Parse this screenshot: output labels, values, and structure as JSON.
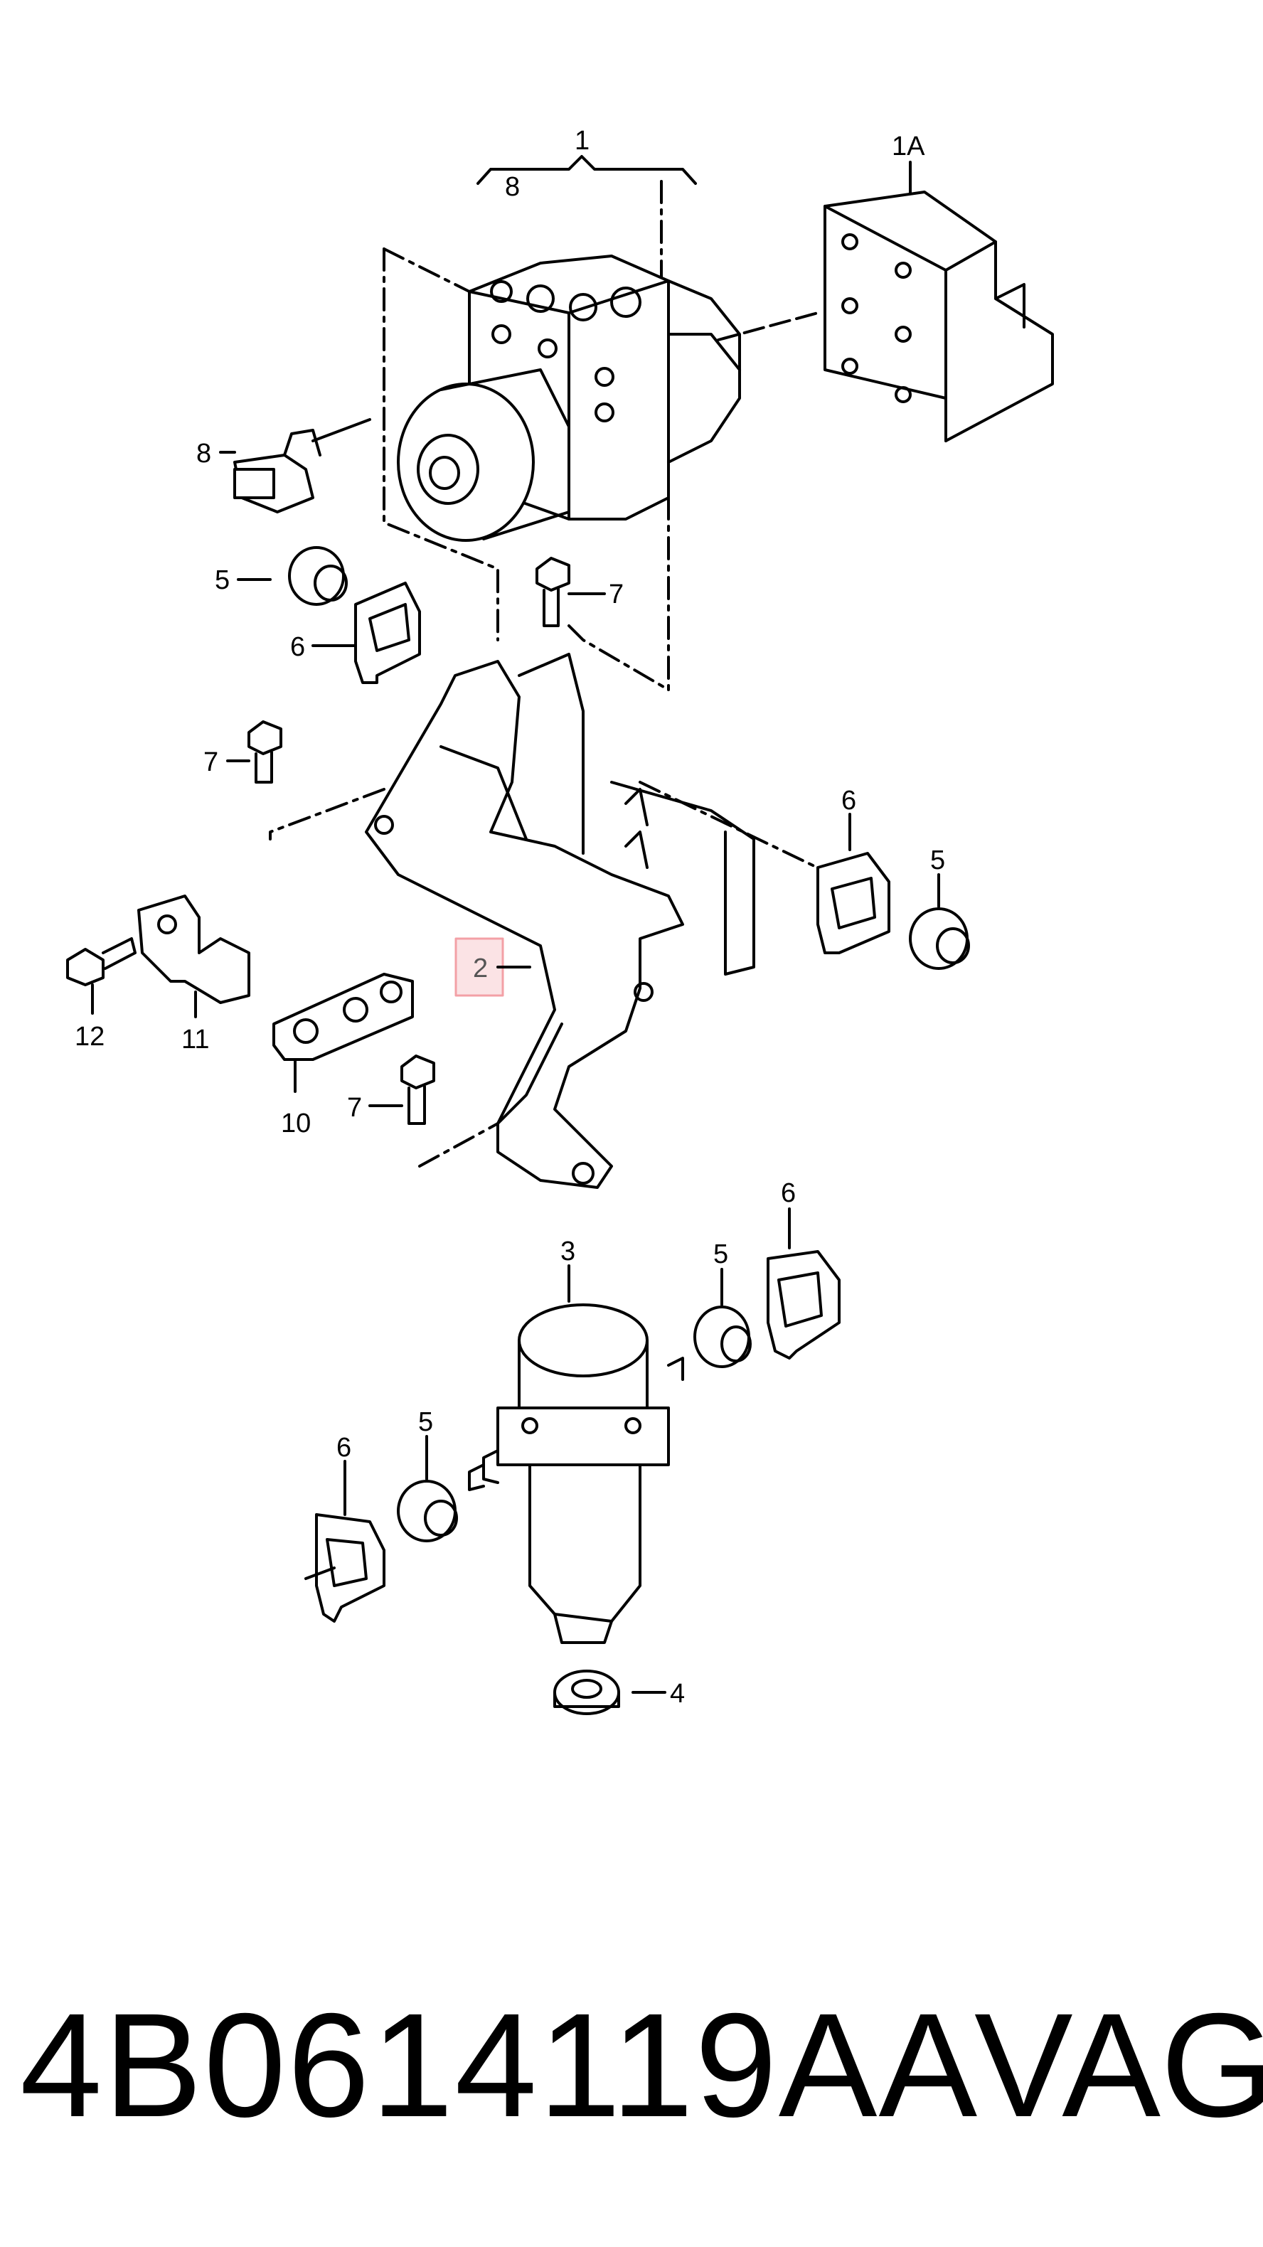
{
  "diagram": {
    "callouts": [
      {
        "id": "1",
        "text": "1"
      },
      {
        "id": "1a",
        "text": "1A"
      },
      {
        "id": "8-top",
        "text": "8"
      },
      {
        "id": "8-left",
        "text": "8"
      },
      {
        "id": "5-a",
        "text": "5"
      },
      {
        "id": "6-a",
        "text": "6"
      },
      {
        "id": "7-a",
        "text": "7"
      },
      {
        "id": "7-b",
        "text": "7"
      },
      {
        "id": "6-b",
        "text": "6"
      },
      {
        "id": "5-b",
        "text": "5"
      },
      {
        "id": "2",
        "text": "2"
      },
      {
        "id": "12",
        "text": "12"
      },
      {
        "id": "11",
        "text": "11"
      },
      {
        "id": "10",
        "text": "10"
      },
      {
        "id": "7-c",
        "text": "7"
      },
      {
        "id": "3",
        "text": "3"
      },
      {
        "id": "5-c",
        "text": "5"
      },
      {
        "id": "6-c",
        "text": "6"
      },
      {
        "id": "5-d",
        "text": "5"
      },
      {
        "id": "6-d",
        "text": "6"
      },
      {
        "id": "4",
        "text": "4"
      }
    ],
    "highlight_color": "#f3a0a6",
    "highlight_fill": "#fbe3e5"
  },
  "footer": {
    "part_number": "4B0614119AA",
    "brand": "VAG"
  }
}
